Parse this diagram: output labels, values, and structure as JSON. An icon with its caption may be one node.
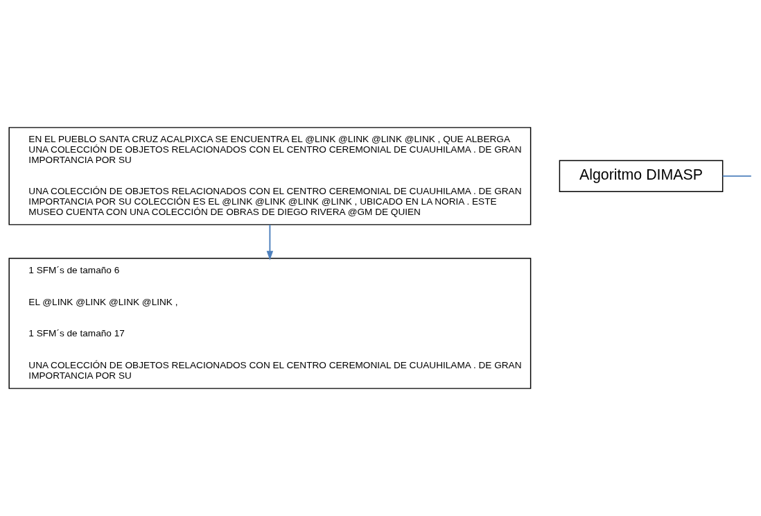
{
  "diagram": {
    "nodes": [
      {
        "text": [
          "EN EL PUEBLO SANTA CRUZ ACALPIXCA SE ENCUENTRA EL @LINK @LINK @LINK @LINK , QUE ALBERGA UNA COLECCIÓN DE OBJETOS RELACIONADOS CON EL CENTRO CEREMONIAL DE CUAUHILAMA . DE GRAN IMPORTANCIA POR SU",
          "UNA COLECCIÓN DE OBJETOS RELACIONADOS CON EL CENTRO CEREMONIAL DE CUAUHILAMA . DE GRAN IMPORTANCIA POR SU COLECCIÓN ES EL @LINK @LINK @LINK @LINK , UBICADO EN LA NORIA . ESTE MUSEO CUENTA CON UNA COLECCIÓN DE OBRAS DE DIEGO RIVERA @GM DE QUIEN"
        ]
      },
      {
        "text": [
          "Algoritmo DIMASP"
        ]
      },
      {
        "text": [
          "1 SFM´s de tamaño 6",
          "EL @LINK @LINK @LINK @LINK ,",
          "1 SFM´s de tamaño 17",
          "UNA COLECCIÓN DE OBJETOS RELACIONADOS CON EL CENTRO CEREMONIAL DE CUAUHILAMA . DE GRAN IMPORTANCIA POR SU"
        ]
      }
    ],
    "edges": [
      {
        "from": 0,
        "to": 2,
        "arrow": "to",
        "color": "#4f81bd"
      },
      {
        "from": 1,
        "to": null,
        "arrow": "none",
        "color": "#4f81bd"
      }
    ]
  }
}
